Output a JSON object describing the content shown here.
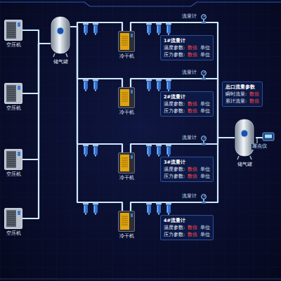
{
  "diagram": {
    "nodes": [
      {
        "text": [
          "空压机"
        ]
      },
      {
        "text": [
          "空压机"
        ]
      },
      {
        "text": [
          "空压机"
        ]
      },
      {
        "text": [
          "空压机"
        ]
      },
      {
        "text": [
          "储气罐"
        ]
      },
      {
        "text": [
          "冷干机"
        ]
      },
      {
        "text": [
          "冷干机"
        ]
      },
      {
        "text": [
          "冷干机"
        ]
      },
      {
        "text": [
          "冷干机"
        ]
      },
      {
        "text": [
          "1#流量计",
          "温度参数:",
          "数值",
          "单位",
          "压力参数:",
          "数值",
          "单位"
        ]
      },
      {
        "text": [
          "2#流量计",
          "温度参数:",
          "数值",
          "单位",
          "压力参数:",
          "数值",
          "单位"
        ]
      },
      {
        "text": [
          "3#流量计",
          "温度参数:",
          "数值",
          "单位",
          "压力参数:",
          "数值",
          "单位"
        ]
      },
      {
        "text": [
          "4#流量计",
          "温度参数:",
          "数值",
          "单位",
          "压力参数:",
          "数值",
          "单位"
        ]
      },
      {
        "text": [
          "储气罐"
        ]
      },
      {
        "text": [
          "总口流量参数",
          "瞬时流量:",
          "数值",
          "累计流量:",
          "数值"
        ]
      }
    ],
    "edges": [
      {
        "from": 0,
        "to": 4,
        "arrow": "none"
      },
      {
        "from": 1,
        "to": 4,
        "arrow": "none"
      },
      {
        "from": 2,
        "to": 4,
        "arrow": "none"
      },
      {
        "from": 3,
        "to": 4,
        "arrow": "none"
      },
      {
        "from": 4,
        "to": 5,
        "arrow": "none"
      },
      {
        "from": 4,
        "to": 6,
        "arrow": "none"
      },
      {
        "from": 4,
        "to": 7,
        "arrow": "none"
      },
      {
        "from": 4,
        "to": 8,
        "arrow": "none"
      },
      {
        "from": 5,
        "to": 13,
        "arrow": "none"
      },
      {
        "from": 6,
        "to": 13,
        "arrow": "none"
      },
      {
        "from": 7,
        "to": 13,
        "arrow": "none"
      },
      {
        "from": 8,
        "to": 13,
        "arrow": "none"
      }
    ],
    "labels": [
      "流量计",
      "流量计",
      "流量计",
      "流量计",
      "露点仪"
    ]
  }
}
